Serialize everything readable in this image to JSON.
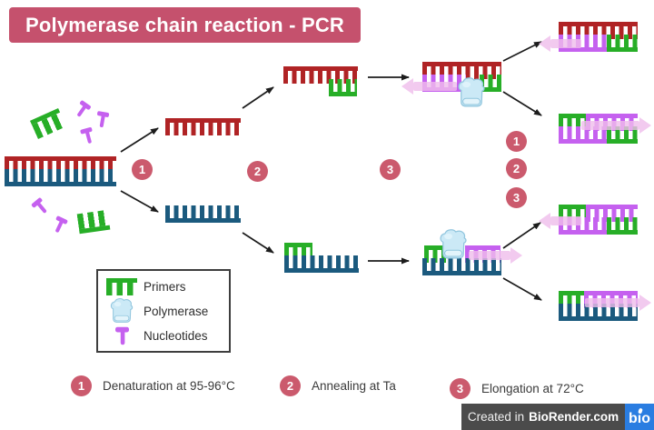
{
  "title": "Polymerase chain reaction - PCR",
  "colors": {
    "banner": "#c5516d",
    "marker": "#cb5a6d",
    "dna_red": "#b02325",
    "dna_blue": "#1b5a7e",
    "primer_green": "#27ae27",
    "nucleotide_purple": "#c561ef",
    "synthesis_pink": "#f0bdec",
    "polymerase_fill": "#cbe9f6",
    "polymerase_stroke": "#92c6de",
    "polymerase_light": "#e3f4fb",
    "arrow_black": "#1c1c1c",
    "text_dark": "#3a3a3a",
    "legend_border": "#3e3e3e",
    "badge_bg": "#4b4b4b",
    "badge_logo_bg": "#2a7de1"
  },
  "cycle_markers": {
    "m1": "1",
    "m2": "2",
    "m3": "3",
    "column": [
      "1",
      "2",
      "3"
    ]
  },
  "legend": {
    "items": [
      {
        "icon": "primer-icon",
        "label": "Primers"
      },
      {
        "icon": "polymerase-icon",
        "label": "Polymerase"
      },
      {
        "icon": "nucleotide-icon",
        "label": "Nucleotides"
      }
    ]
  },
  "steps": [
    {
      "num": "1",
      "label": "Denaturation at 95-96°C"
    },
    {
      "num": "2",
      "label": "Annealing at Ta"
    },
    {
      "num": "3",
      "label": "Elongation at 72°C"
    }
  ],
  "badge": {
    "prefix": "Created in",
    "brand": "BioRender.com",
    "logo": "bıo"
  }
}
